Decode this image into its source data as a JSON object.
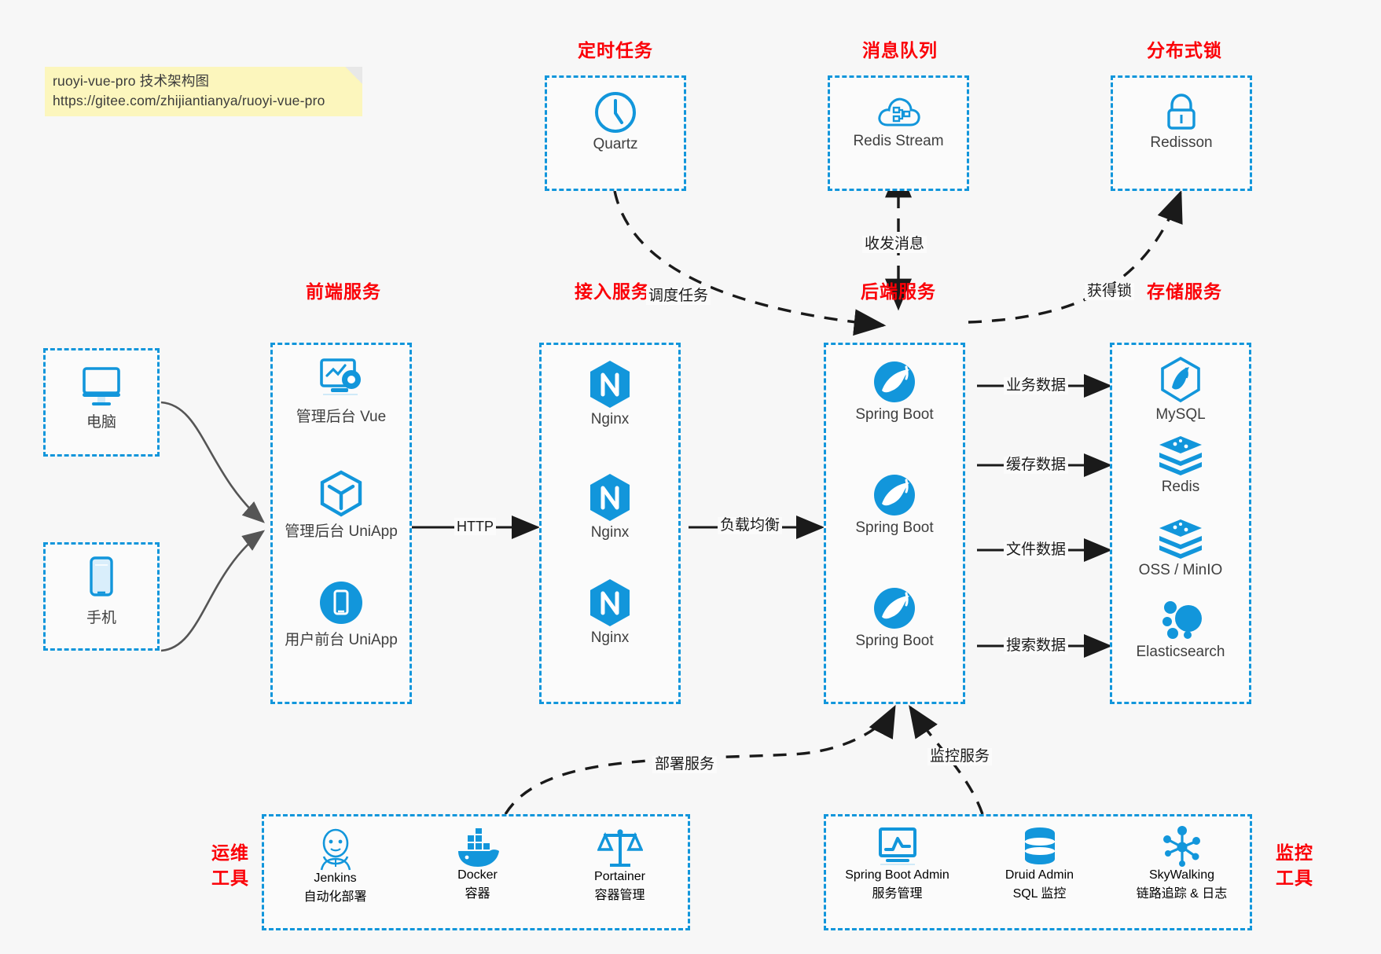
{
  "note": {
    "line1": "ruoyi-vue-pro 技术架构图",
    "line2": "https://gitee.com/zhijiantianya/ruoyi-vue-pro"
  },
  "colors": {
    "accent_blue": "#1296db",
    "title_red": "#fb0007",
    "background": "#f7f7f7",
    "box_fill": "#fbfbfb",
    "note_yellow": "#fcf6bd",
    "arrow_gray": "#555555",
    "arrow_black": "#1a1a1a",
    "text_dark": "#3f3f3f"
  },
  "groups": {
    "scheduler": {
      "title": "定时任务",
      "nodes": [
        {
          "label": "Quartz",
          "icon": "clock-icon"
        }
      ]
    },
    "mq": {
      "title": "消息队列",
      "nodes": [
        {
          "label": "Redis Stream",
          "icon": "cloud-network-icon"
        }
      ]
    },
    "lock": {
      "title": "分布式锁",
      "nodes": [
        {
          "label": "Redisson",
          "icon": "padlock-icon"
        }
      ]
    },
    "clients": {
      "nodes": [
        {
          "label": "电脑",
          "icon": "desktop-monitor-icon"
        },
        {
          "label": "手机",
          "icon": "smartphone-icon"
        }
      ]
    },
    "frontend": {
      "title": "前端服务",
      "nodes": [
        {
          "label": "管理后台 Vue",
          "icon": "dashboard-gear-icon"
        },
        {
          "label": "管理后台 UniApp",
          "icon": "cube-icon"
        },
        {
          "label": "用户前台 UniApp",
          "icon": "mobile-round-icon"
        }
      ]
    },
    "gateway": {
      "title": "接入服务",
      "nodes": [
        {
          "label": "Nginx",
          "icon": "nginx-icon"
        },
        {
          "label": "Nginx",
          "icon": "nginx-icon"
        },
        {
          "label": "Nginx",
          "icon": "nginx-icon"
        }
      ]
    },
    "backend": {
      "title": "后端服务",
      "nodes": [
        {
          "label": "Spring Boot",
          "icon": "spring-leaf-icon"
        },
        {
          "label": "Spring Boot",
          "icon": "spring-leaf-icon"
        },
        {
          "label": "Spring Boot",
          "icon": "spring-leaf-icon"
        }
      ]
    },
    "storage": {
      "title": "存储服务",
      "nodes": [
        {
          "label": "MySQL",
          "icon": "mysql-dolphin-icon"
        },
        {
          "label": "Redis",
          "icon": "redis-stack-icon"
        },
        {
          "label": "OSS / MinIO",
          "icon": "object-storage-icon"
        },
        {
          "label": "Elasticsearch",
          "icon": "elasticsearch-icon"
        }
      ]
    },
    "devops": {
      "title_line1": "运维",
      "title_line2": "工具",
      "nodes": [
        {
          "label": "Jenkins",
          "sublabel": "自动化部署",
          "icon": "jenkins-butler-icon"
        },
        {
          "label": "Docker",
          "sublabel": "容器",
          "icon": "docker-whale-icon"
        },
        {
          "label": "Portainer",
          "sublabel": "容器管理",
          "icon": "scales-icon"
        }
      ]
    },
    "monitor": {
      "title_line1": "监控",
      "title_line2": "工具",
      "nodes": [
        {
          "label": "Spring Boot Admin",
          "sublabel": "服务管理",
          "icon": "monitor-chart-icon"
        },
        {
          "label": "Druid Admin",
          "sublabel": "SQL 监控",
          "icon": "database-icon"
        },
        {
          "label": "SkyWalking",
          "sublabel": "链路追踪 & 日志",
          "icon": "skywalking-node-icon"
        }
      ]
    }
  },
  "edges": [
    {
      "id": "http",
      "label": "HTTP",
      "from": "frontend",
      "to": "gateway"
    },
    {
      "id": "lb",
      "label": "负载均衡",
      "from": "gateway",
      "to": "backend"
    },
    {
      "id": "schedule",
      "label": "调度任务",
      "from": "scheduler",
      "to": "backend"
    },
    {
      "id": "mq-exchange",
      "label": "收发消息",
      "from": "mq",
      "to": "backend"
    },
    {
      "id": "acquire-lock",
      "label": "获得锁",
      "from": "backend",
      "to": "lock"
    },
    {
      "id": "biz-data",
      "label": "业务数据",
      "from": "backend",
      "to": "storage"
    },
    {
      "id": "cache-data",
      "label": "缓存数据",
      "from": "backend",
      "to": "storage"
    },
    {
      "id": "file-data",
      "label": "文件数据",
      "from": "backend",
      "to": "storage"
    },
    {
      "id": "search-data",
      "label": "搜索数据",
      "from": "backend",
      "to": "storage"
    },
    {
      "id": "deploy",
      "label": "部署服务",
      "from": "devops",
      "to": "backend"
    },
    {
      "id": "monitor-svc",
      "label": "监控服务",
      "from": "monitor",
      "to": "backend"
    }
  ]
}
